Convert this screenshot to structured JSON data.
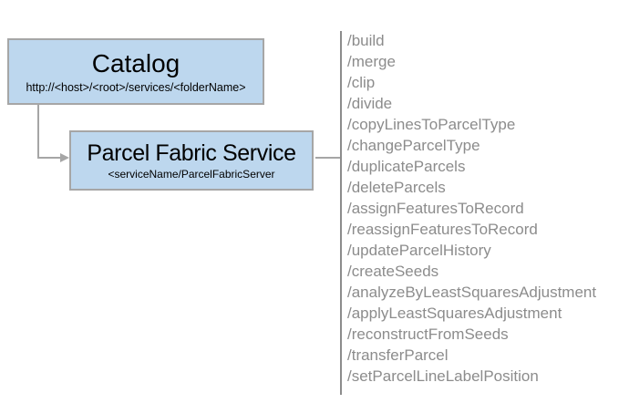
{
  "diagram": {
    "catalog_box": {
      "title": "Catalog",
      "subtitle": "http://<host>/<root>/services/<folderName>"
    },
    "service_box": {
      "title": "Parcel Fabric Service",
      "subtitle": "<serviceName/ParcelFabricServer"
    },
    "endpoints": [
      "/build",
      "/merge",
      "/clip",
      "/divide",
      "/copyLinesToParcelType",
      "/changeParcelType",
      "/duplicateParcels",
      "/deleteParcels",
      "/assignFeaturesToRecord",
      "/reassignFeaturesToRecord",
      "/updateParcelHistory",
      "/createSeeds",
      "/analyzeByLeastSquaresAdjustment",
      "/applyLeastSquaresAdjustment",
      "/reconstructFromSeeds",
      "/transferParcel",
      "/setParcelLineLabelPosition"
    ],
    "colors": {
      "box_fill": "#bdd7ee",
      "box_border": "#a6a6a6",
      "connector": "#a6a6a6",
      "endpoint_text": "#8c8c8c",
      "divider": "#8c8c8c",
      "title_text": "#000000"
    }
  }
}
